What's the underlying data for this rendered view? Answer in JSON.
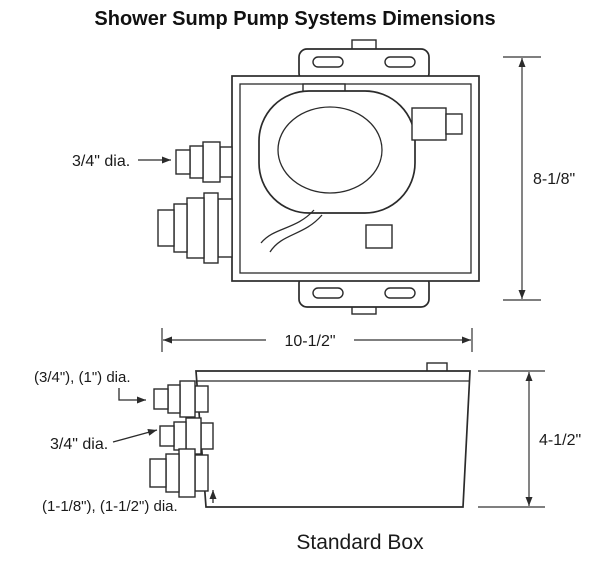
{
  "title": "Shower Sump Pump Systems Dimensions",
  "top_view": {
    "inlet_label": "3/4\" dia.",
    "height_dim": "8-1/8\""
  },
  "side_view": {
    "width_dim": "10-1/2\"",
    "height_dim": "4-1/2\"",
    "outlet_top_label": "(3/4\"), (1\") dia.",
    "outlet_mid_label": "3/4\" dia.",
    "outlet_bottom_label": "(1-1/8\"), (1-1/2\") dia.",
    "caption": "Standard Box"
  },
  "colors": {
    "ink": "#2b2b2b",
    "text": "#1a1a1a",
    "background": "#ffffff"
  }
}
